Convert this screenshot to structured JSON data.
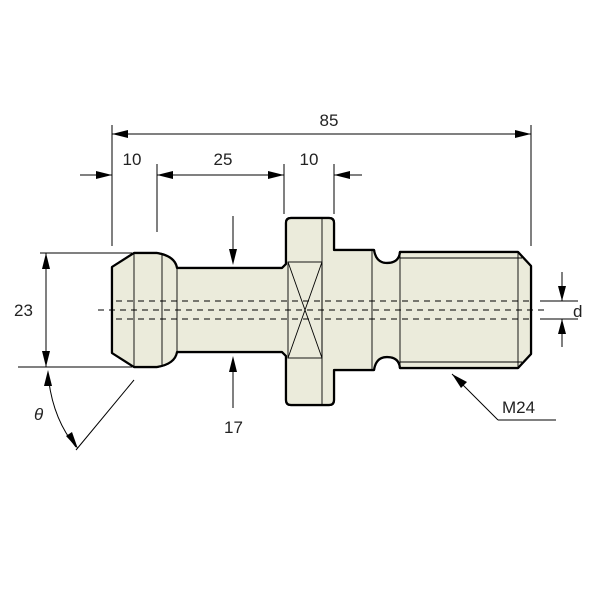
{
  "colors": {
    "body_fill": "#ebebdb",
    "line": "#000000",
    "background": "#ffffff"
  },
  "dimensions": {
    "overall_length": "85",
    "head_length": "10",
    "neck_length": "25",
    "flange_length": "10",
    "head_diameter": "23",
    "neck_diameter": "17",
    "bore_diameter": "d",
    "thread": "M24",
    "angle": "θ"
  }
}
